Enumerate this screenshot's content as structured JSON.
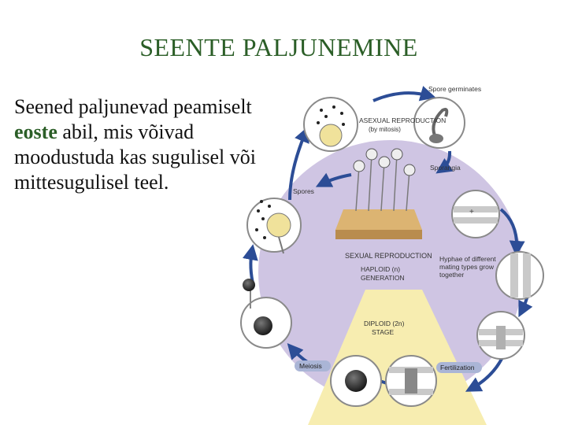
{
  "slide": {
    "title": "SEENTE PALJUNEMINE",
    "text_before": "Seened paljunevad peamiselt ",
    "text_highlight": "eoste",
    "text_after": " abil, mis võivad moodustuda kas sugulisel või mittesugulisel teel.",
    "accent_color": "#2b5e27"
  },
  "diagram": {
    "asexual_reproduction": "ASEXUAL REPRODUCTION",
    "asexual_sub": "(by mitosis)",
    "spore_germinates": "Spore germinates",
    "sporangia": "Sporangia",
    "spores": "Spores",
    "sexual_reproduction": "SEXUAL REPRODUCTION",
    "haploid": "HAPLOID (n)",
    "haploid_sub": "GENERATION",
    "hyphae_text": "Hyphae of different mating types grow together",
    "diploid": "DIPLOID (2n)",
    "diploid_sub": "STAGE",
    "meiosis": "Meiosis",
    "fertilization": "Fertilization",
    "colors": {
      "haploid_disc": "#cfc5e3",
      "diploid_region": "#f7edb0",
      "arrow": "#2c4d96",
      "label_pill": "#aab5d6"
    }
  }
}
